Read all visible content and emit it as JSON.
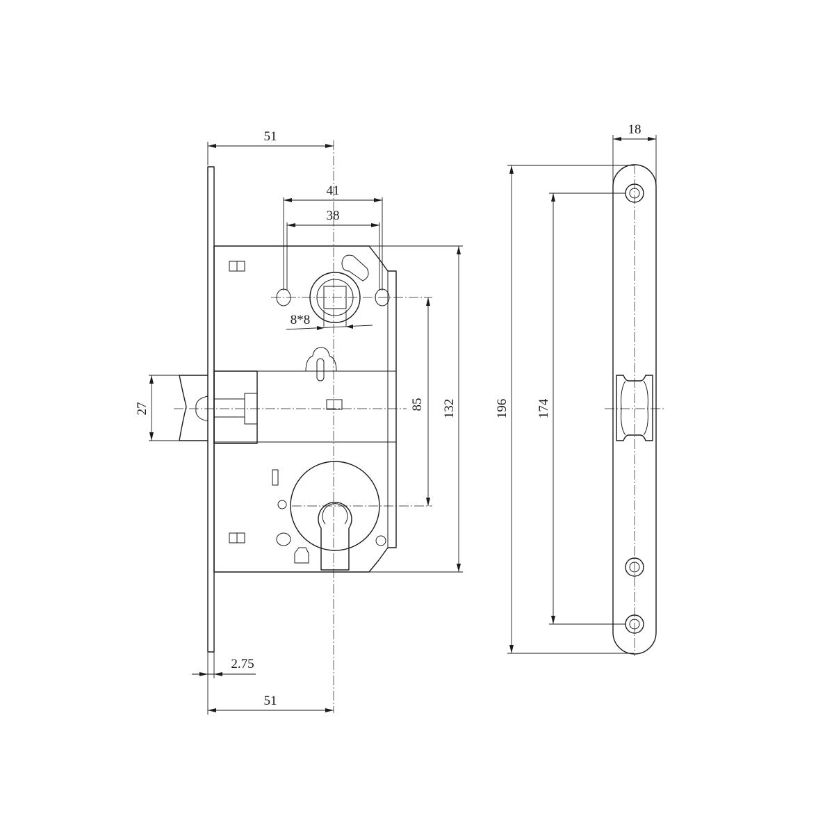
{
  "labels": {
    "dim_backset_top": "51",
    "dim_hole_outer": "41",
    "dim_hole_inner": "38",
    "dim_spindle": "8*8",
    "dim_latch": "27",
    "dim_centers": "85",
    "dim_body_height": "132",
    "dim_faceplate_thickness": "2.75",
    "dim_backset_bottom": "51",
    "dim_faceplate_length": "196",
    "dim_screw_spacing": "174",
    "dim_faceplate_width": "18"
  }
}
